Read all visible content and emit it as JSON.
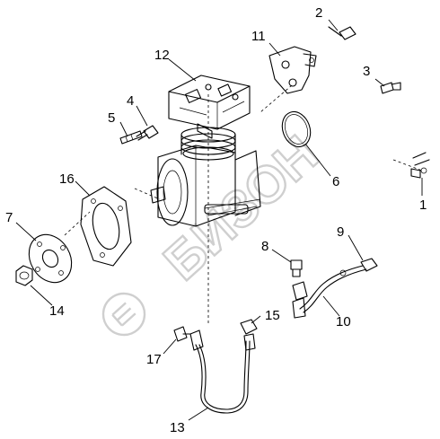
{
  "callouts": [
    "1",
    "2",
    "3",
    "4",
    "5",
    "6",
    "7",
    "8",
    "9",
    "10",
    "11",
    "12",
    "13",
    "14",
    "15",
    "16",
    "17"
  ],
  "watermark": {
    "text": "БИЗОН"
  }
}
